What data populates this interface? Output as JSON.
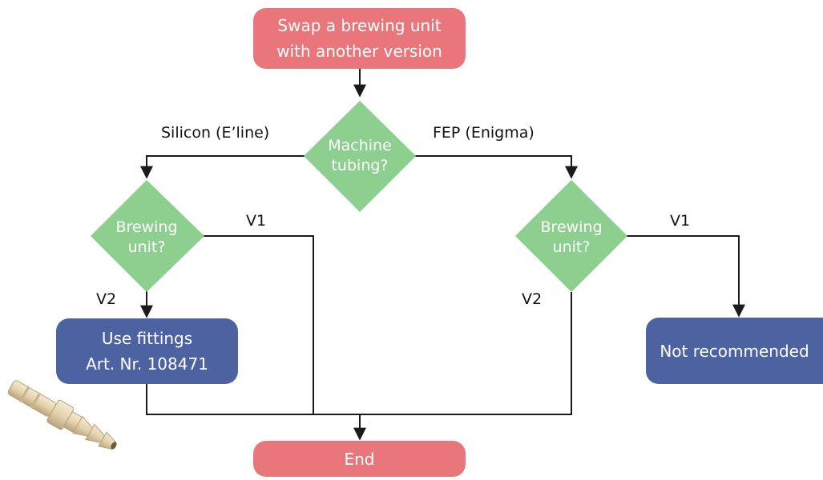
{
  "nodes": {
    "start": {
      "line1": "Swap a brewing unit",
      "line2": "with another version"
    },
    "tubing": {
      "line1": "Machine",
      "line2": "tubing?"
    },
    "left_unit": {
      "line1": "Brewing",
      "line2": "unit?"
    },
    "right_unit": {
      "line1": "Brewing",
      "line2": "unit?"
    },
    "fittings": {
      "line1": "Use fittings",
      "line2": "Art. Nr. 108471"
    },
    "not_recommended": {
      "label": "Not recommended"
    },
    "end": {
      "label": "End"
    }
  },
  "edges": {
    "silicon": "Silicon (E’line)",
    "fep": "FEP (Enigma)",
    "left_v1": "V1",
    "left_v2": "V2",
    "right_v1": "V1",
    "right_v2": "V2"
  },
  "colors": {
    "terminal": "#e8767a",
    "decision": "#8ccf8f",
    "action": "#4d62a1",
    "line": "#1a1a1a"
  },
  "icons": {
    "fitting": "hose-fitting-icon"
  }
}
